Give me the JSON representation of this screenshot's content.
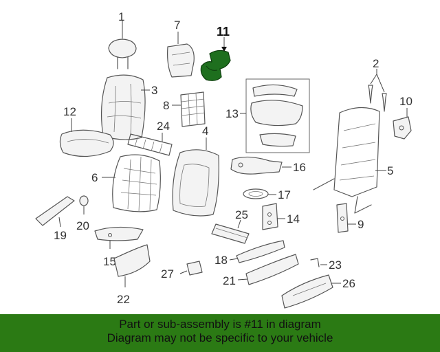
{
  "diagram": {
    "highlight_color": "#2b7a14",
    "highlighted_part": "11",
    "callouts": {
      "c1": "1",
      "c2": "2",
      "c3": "3",
      "c4": "4",
      "c5": "5",
      "c6": "6",
      "c7": "7",
      "c8": "8",
      "c9": "9",
      "c10": "10",
      "c11": "11",
      "c12": "12",
      "c13": "13",
      "c14": "14",
      "c15": "15",
      "c16": "16",
      "c17": "17",
      "c18": "18",
      "c19": "19",
      "c20": "20",
      "c21": "21",
      "c22": "22",
      "c23": "23",
      "c24": "24",
      "c25": "25",
      "c26": "26",
      "c27": "27"
    }
  },
  "banner": {
    "line1": "Part or sub-assembly is #11 in diagram",
    "line2": "Diagram may not be specific to your vehicle"
  }
}
